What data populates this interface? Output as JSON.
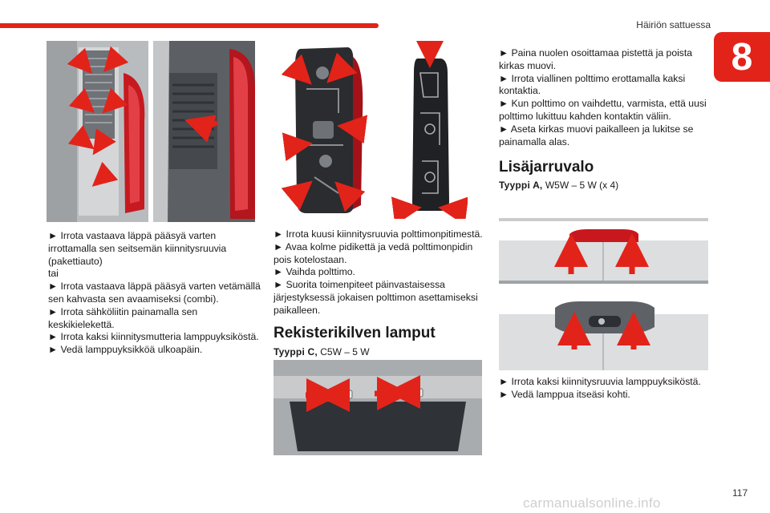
{
  "header": {
    "section_title": "Häiriön sattuessa",
    "chapter_number": "8",
    "accent_color": "#e2231a"
  },
  "column1": {
    "instructions": [
      "► Irrota vastaava läppä pääsyä varten irrottamalla sen seitsemän kiinnitysruuvia (pakettiauto)",
      "tai",
      "► Irrota vastaava läppä pääsyä varten vetämällä sen kahvasta sen avaamiseksi (combi).",
      "► Irrota sähköliitin painamalla sen keskikielekettä.",
      "► Irrota kaksi kiinnitysmutteria lamppuyksiköstä.",
      "► Vedä lamppuyksikköä ulkoapäin."
    ]
  },
  "column2": {
    "instructions": [
      "► Irrota kuusi kiinnitysruuvia polttimonpitimestä.",
      "► Avaa kolme pidikettä ja vedä polttimonpidin pois kotelostaan.",
      "► Vaihda polttimo.",
      "► Suorita toimenpiteet päinvastaisessa järjestyksessä jokaisen polttimon asettamiseksi paikalleen."
    ],
    "heading": "Rekisterikilven lamput",
    "type_label": "Tyyppi C,",
    "type_value": "C5W – 5 W"
  },
  "column3": {
    "instructions": [
      "► Paina nuolen osoittamaa pistettä ja poista kirkas muovi.",
      "► Irrota viallinen polttimo erottamalla kaksi kontaktia.",
      "► Kun polttimo on vaihdettu, varmista, että uusi polttimo lukittuu kahden kontaktin väliin.",
      "► Aseta kirkas muovi paikalleen ja lukitse se painamalla alas."
    ],
    "heading": "Lisäjarruvalo",
    "type_label": "Tyyppi A,",
    "type_value": "W5W – 5 W (x 4)",
    "instructions_after": [
      "► Irrota kaksi kiinnitysruuvia lamppuyksiköstä.",
      "► Vedä lamppua itseäsi kohti."
    ]
  },
  "footer": {
    "page_number": "117",
    "watermark": "carmanualsonline.info"
  }
}
